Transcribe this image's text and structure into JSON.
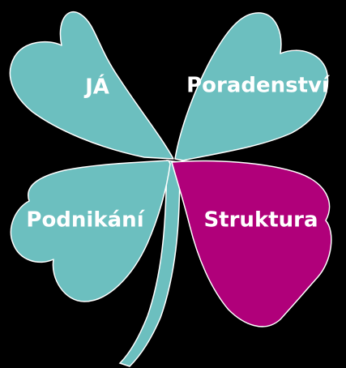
{
  "colors": {
    "background": "#000000",
    "leaf": "#6cbfbf",
    "highlight": "#b0007a",
    "outline": "#ffffff",
    "text": "#ffffff"
  },
  "leaves": {
    "top_left": {
      "label": "JÁ",
      "highlighted": false
    },
    "top_right": {
      "label": "Poradenství",
      "highlighted": false
    },
    "bottom_left": {
      "label": "Podnikání",
      "highlighted": false
    },
    "bottom_right": {
      "label": "Struktura",
      "highlighted": true
    }
  }
}
